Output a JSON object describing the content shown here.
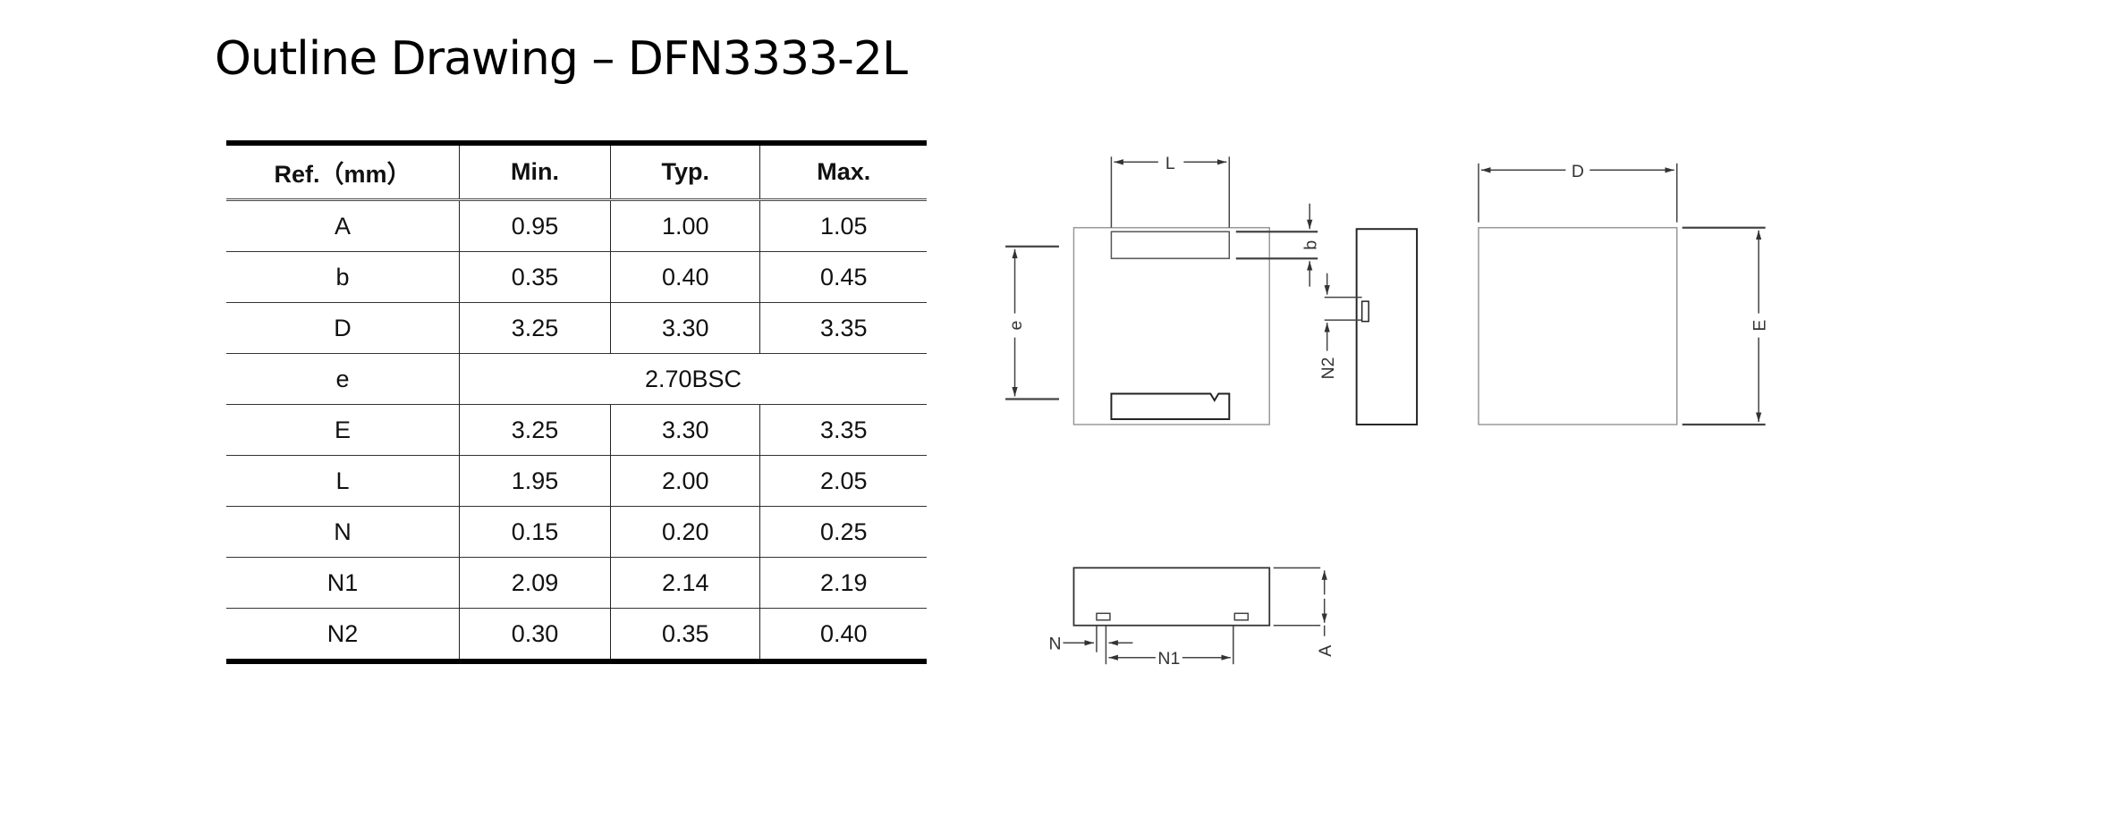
{
  "title": "Outline Drawing – DFN3333-2L",
  "table": {
    "headers": [
      "Ref.（mm）",
      "Min.",
      "Typ.",
      "Max."
    ],
    "rows": [
      {
        "ref": "A",
        "min": "0.95",
        "typ": "1.00",
        "max": "1.05"
      },
      {
        "ref": "b",
        "min": "0.35",
        "typ": "0.40",
        "max": "0.45"
      },
      {
        "ref": "D",
        "min": "3.25",
        "typ": "3.30",
        "max": "3.35"
      },
      {
        "ref": "e",
        "bsc": "2.70BSC"
      },
      {
        "ref": "E",
        "min": "3.25",
        "typ": "3.30",
        "max": "3.35"
      },
      {
        "ref": "L",
        "min": "1.95",
        "typ": "2.00",
        "max": "2.05"
      },
      {
        "ref": "N",
        "min": "0.15",
        "typ": "0.20",
        "max": "0.25"
      },
      {
        "ref": "N1",
        "min": "2.09",
        "typ": "2.14",
        "max": "2.19"
      },
      {
        "ref": "N2",
        "min": "0.30",
        "typ": "0.35",
        "max": "0.40"
      }
    ]
  },
  "drawing_labels": {
    "L": "L",
    "b": "b",
    "e": "e",
    "N2": "N2",
    "D": "D",
    "E": "E",
    "A": "A",
    "N": "N",
    "N1": "N1"
  }
}
